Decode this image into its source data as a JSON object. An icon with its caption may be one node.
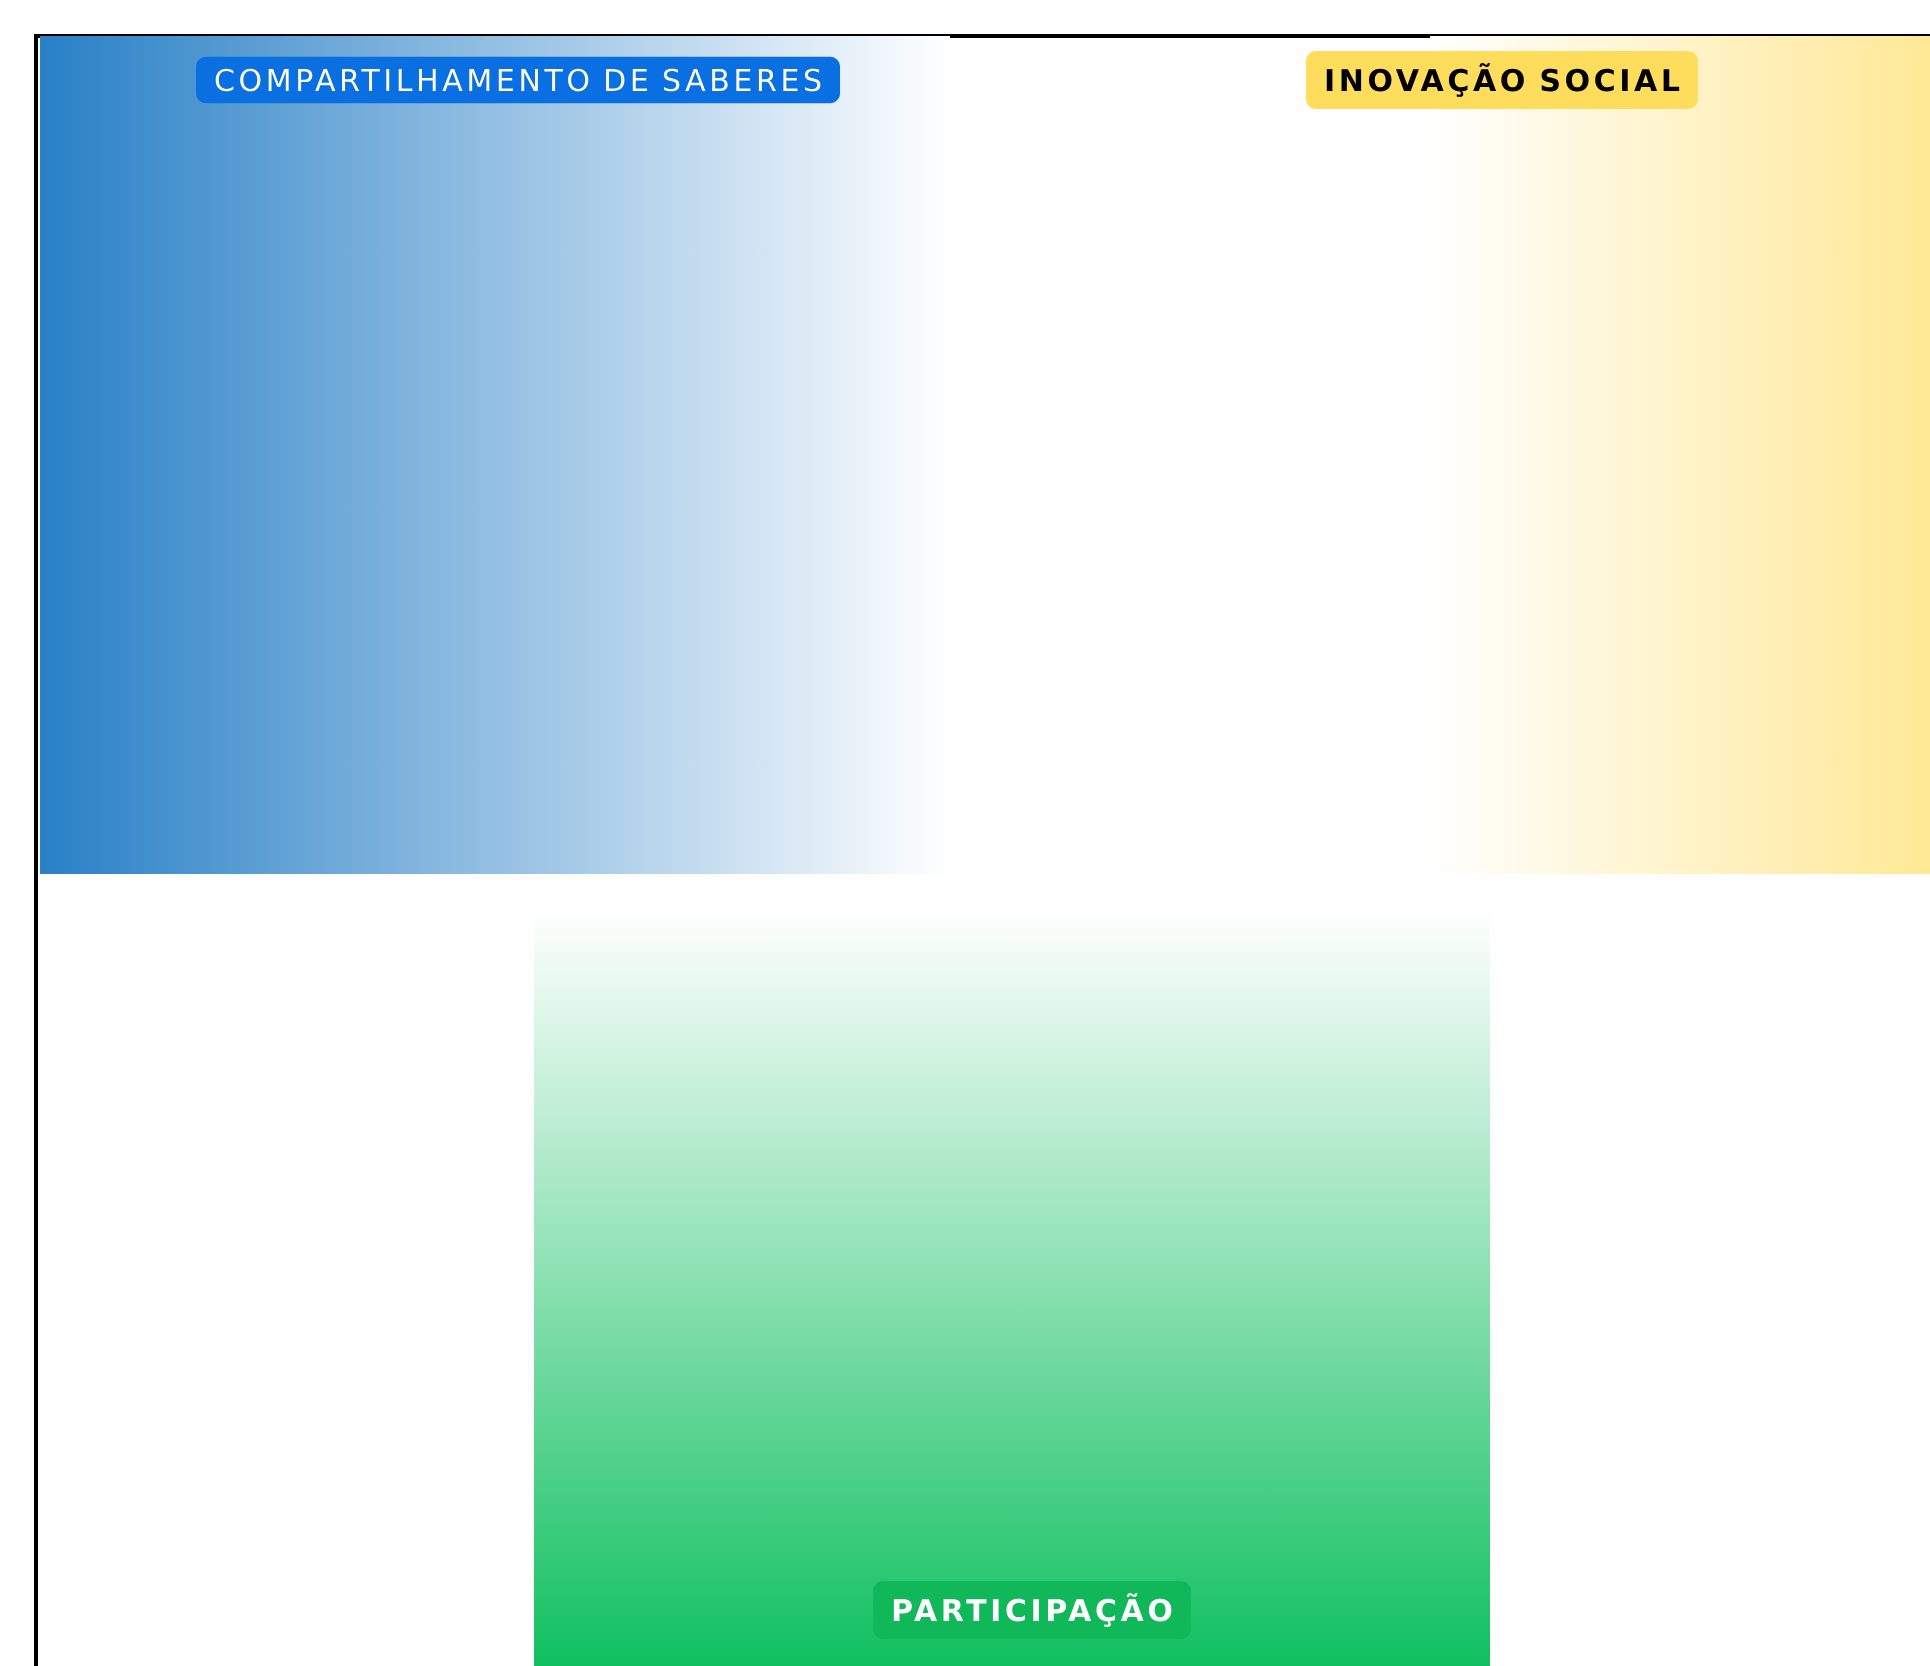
{
  "diagram": {
    "nodes": [
      {
        "text": [
          "COMPARTILHAMENTO DE SABERES"
        ]
      },
      {
        "text": [
          "INOVAÇÃO SOCIAL"
        ]
      },
      {
        "text": [
          "PARTICIPAÇÃO"
        ]
      }
    ]
  }
}
